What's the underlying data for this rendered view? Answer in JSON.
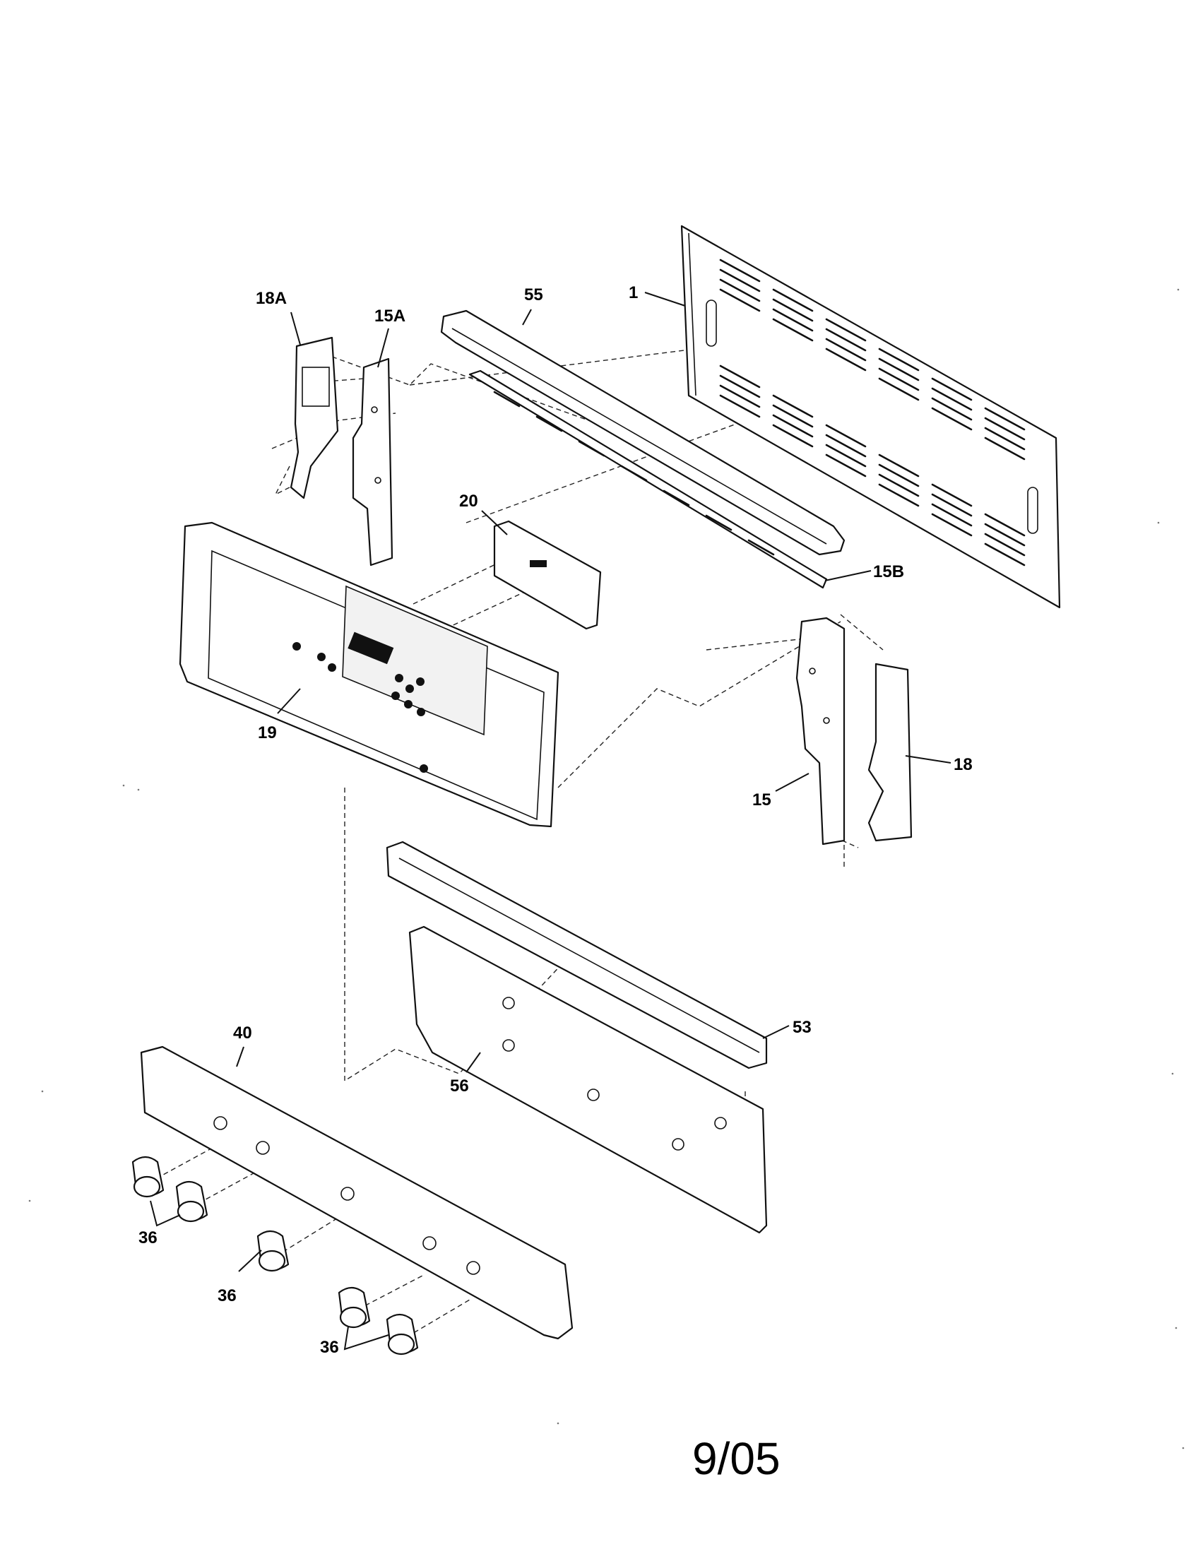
{
  "callouts": {
    "c1": "1",
    "c18a": "18A",
    "c15a": "15A",
    "c55": "55",
    "c20": "20",
    "c15b": "15B",
    "c19": "19",
    "c15": "15",
    "c18": "18",
    "c53": "53",
    "c40": "40",
    "c56": "56",
    "c36a": "36",
    "c36b": "36",
    "c36c": "36"
  },
  "date_code": "9/05"
}
